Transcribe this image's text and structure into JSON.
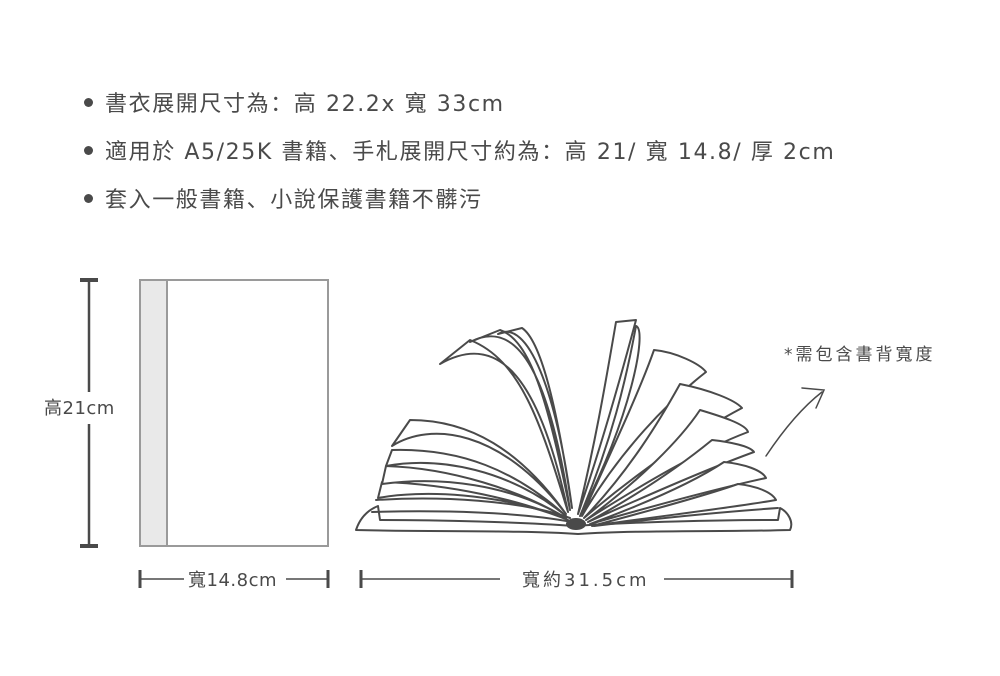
{
  "specs": [
    {
      "text": "書衣展開尺寸為：高 22.2x 寬 33cm"
    },
    {
      "text": "適用於 A5/25K 書籍、手札展開尺寸約為：高 21/ 寬 14.8/ 厚 2cm"
    },
    {
      "text": "套入一般書籍、小說保護書籍不髒污"
    }
  ],
  "diagram": {
    "height_label": "高21cm",
    "cover_width_label": "寬14.8cm",
    "open_width_label": "寬約31.5cm",
    "note": "*需包含書背寬度"
  },
  "colors": {
    "line": "#4a4a4a",
    "spine_fill": "#e9e9e9",
    "cover_border": "#9a9a9a"
  }
}
